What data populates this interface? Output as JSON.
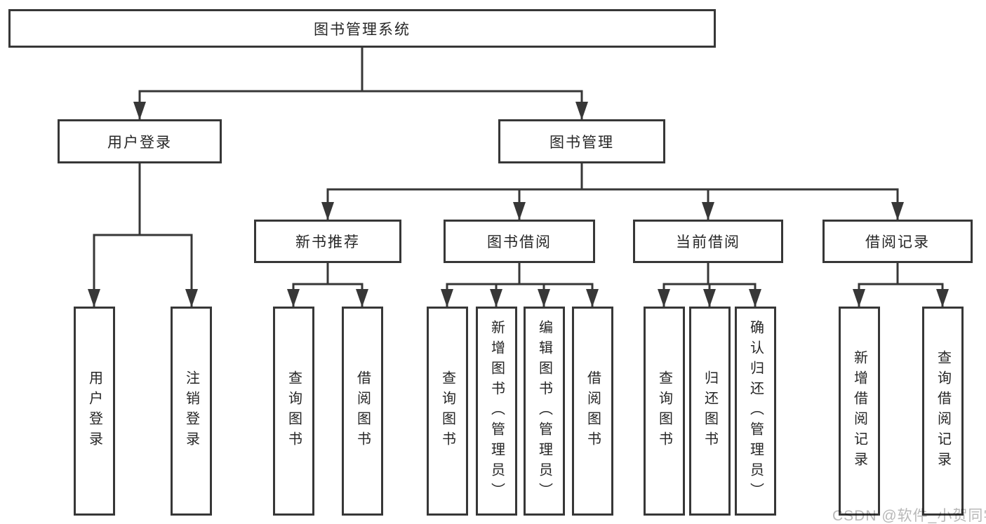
{
  "diagram_title": "图书管理系统",
  "tree": {
    "label": "图书管理系统",
    "children": [
      {
        "label": "用户登录",
        "children": [
          {
            "label": "用户登录"
          },
          {
            "label": "注销登录"
          }
        ]
      },
      {
        "label": "图书管理",
        "children": [
          {
            "label": "新书推荐",
            "children": [
              {
                "label": "查询图书"
              },
              {
                "label": "借阅图书"
              }
            ]
          },
          {
            "label": "图书借阅",
            "children": [
              {
                "label": "查询图书"
              },
              {
                "label": "新增图书（管理员）"
              },
              {
                "label": "编辑图书（管理员）"
              },
              {
                "label": "借阅图书"
              }
            ]
          },
          {
            "label": "当前借阅",
            "children": [
              {
                "label": "查询图书"
              },
              {
                "label": "归还图书"
              },
              {
                "label": "确认归还（管理员）"
              }
            ]
          },
          {
            "label": "借阅记录",
            "children": [
              {
                "label": "新增借阅记录"
              },
              {
                "label": "查询借阅记录"
              }
            ]
          }
        ]
      }
    ]
  },
  "watermark": "CSDN @软件_小贺同学",
  "colors": {
    "line": "#373737",
    "box_border": "#373737",
    "text": "#262626",
    "watermark": "#b8b8b8",
    "background": "#ffffff"
  }
}
